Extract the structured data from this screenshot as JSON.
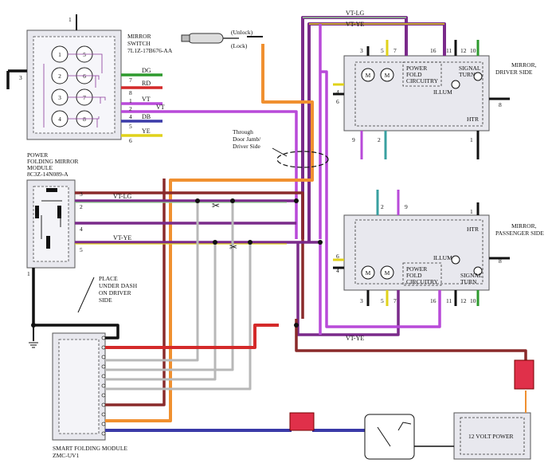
{
  "labels": {
    "mirror_switch": [
      "MIRROR",
      "SWITCH",
      "7L1Z-17B676-AA"
    ],
    "power_folding_module": [
      "POWER",
      "FOLDING MIRROR",
      "MODULE",
      "8C3Z-14N089-A"
    ],
    "smart_folding_module": [
      "SMART FOLDING MODULE",
      "ZMC-UV1"
    ],
    "mirror_driver": [
      "MIRROR,",
      "DRIVER SIDE"
    ],
    "mirror_passenger": [
      "MIRROR,",
      "PASSENGER SIDE"
    ],
    "through_door": [
      "Through",
      "Door Jamb/",
      "Driver Side"
    ],
    "place_under": [
      "PLACE",
      "UNDER DASH",
      "ON DRIVER",
      "SIDE"
    ],
    "unlock": "(Unlock)",
    "lock": "(Lock)",
    "power_12v": "12 VOLT POWER",
    "power_fold": [
      "POWER",
      "FOLD",
      "CIRCUITRY"
    ],
    "signal_turn": [
      "SIGNAL",
      "TURN"
    ],
    "illum": "ILLUM",
    "htr": "HTR"
  },
  "wire_labels": {
    "dg": "DG",
    "rd": "RD",
    "vt": "VT",
    "vt2": "VT",
    "db": "DB",
    "ye": "YE",
    "vt_lg": "VT-LG",
    "vt_ye": "VT-YE"
  },
  "switch_pins": [
    "1",
    "5",
    "2",
    "6",
    "3",
    "7",
    "4",
    "8"
  ],
  "pin_labels": {
    "top1": "1",
    "sw3": "3",
    "sw7": "7",
    "sw8": "8",
    "sw1": "1",
    "sw2": "2",
    "sw4": "4",
    "sw5": "5",
    "sw6": "6",
    "pf3": "3",
    "pf2": "2",
    "pf4": "4",
    "pf5": "5",
    "pf1": "1",
    "d3": "3",
    "d5": "5",
    "d7": "7",
    "d16": "16",
    "d11": "11",
    "d12": "12",
    "d10": "10",
    "d4": "4",
    "d6": "6",
    "d8": "8",
    "d9": "9",
    "d2": "2",
    "d1": "1",
    "p2": "2",
    "p9": "9",
    "p1": "1",
    "p6": "6",
    "p4": "4",
    "p8": "8",
    "p3": "3",
    "p5": "5",
    "p7": "7",
    "p16": "16",
    "p11": "11",
    "p12": "12",
    "p10": "10"
  },
  "colors": {
    "violet": "#b84ad9",
    "purple": "#7a2a8a",
    "light_green": "#8fd08f",
    "yellow": "#e0d21a",
    "orange": "#f09030",
    "dark_red": "#8a2a2a",
    "red": "#d42a2a",
    "blue": "#3a3aa8",
    "teal": "#3aa0a0",
    "green": "#2e9a2e",
    "gray": "#b8b8b8",
    "black": "#111111"
  },
  "icons": [
    "key-switch-icon",
    "fuse-icon",
    "motor-icon",
    "lamp-icon",
    "ground-icon",
    "scissors-icon"
  ]
}
